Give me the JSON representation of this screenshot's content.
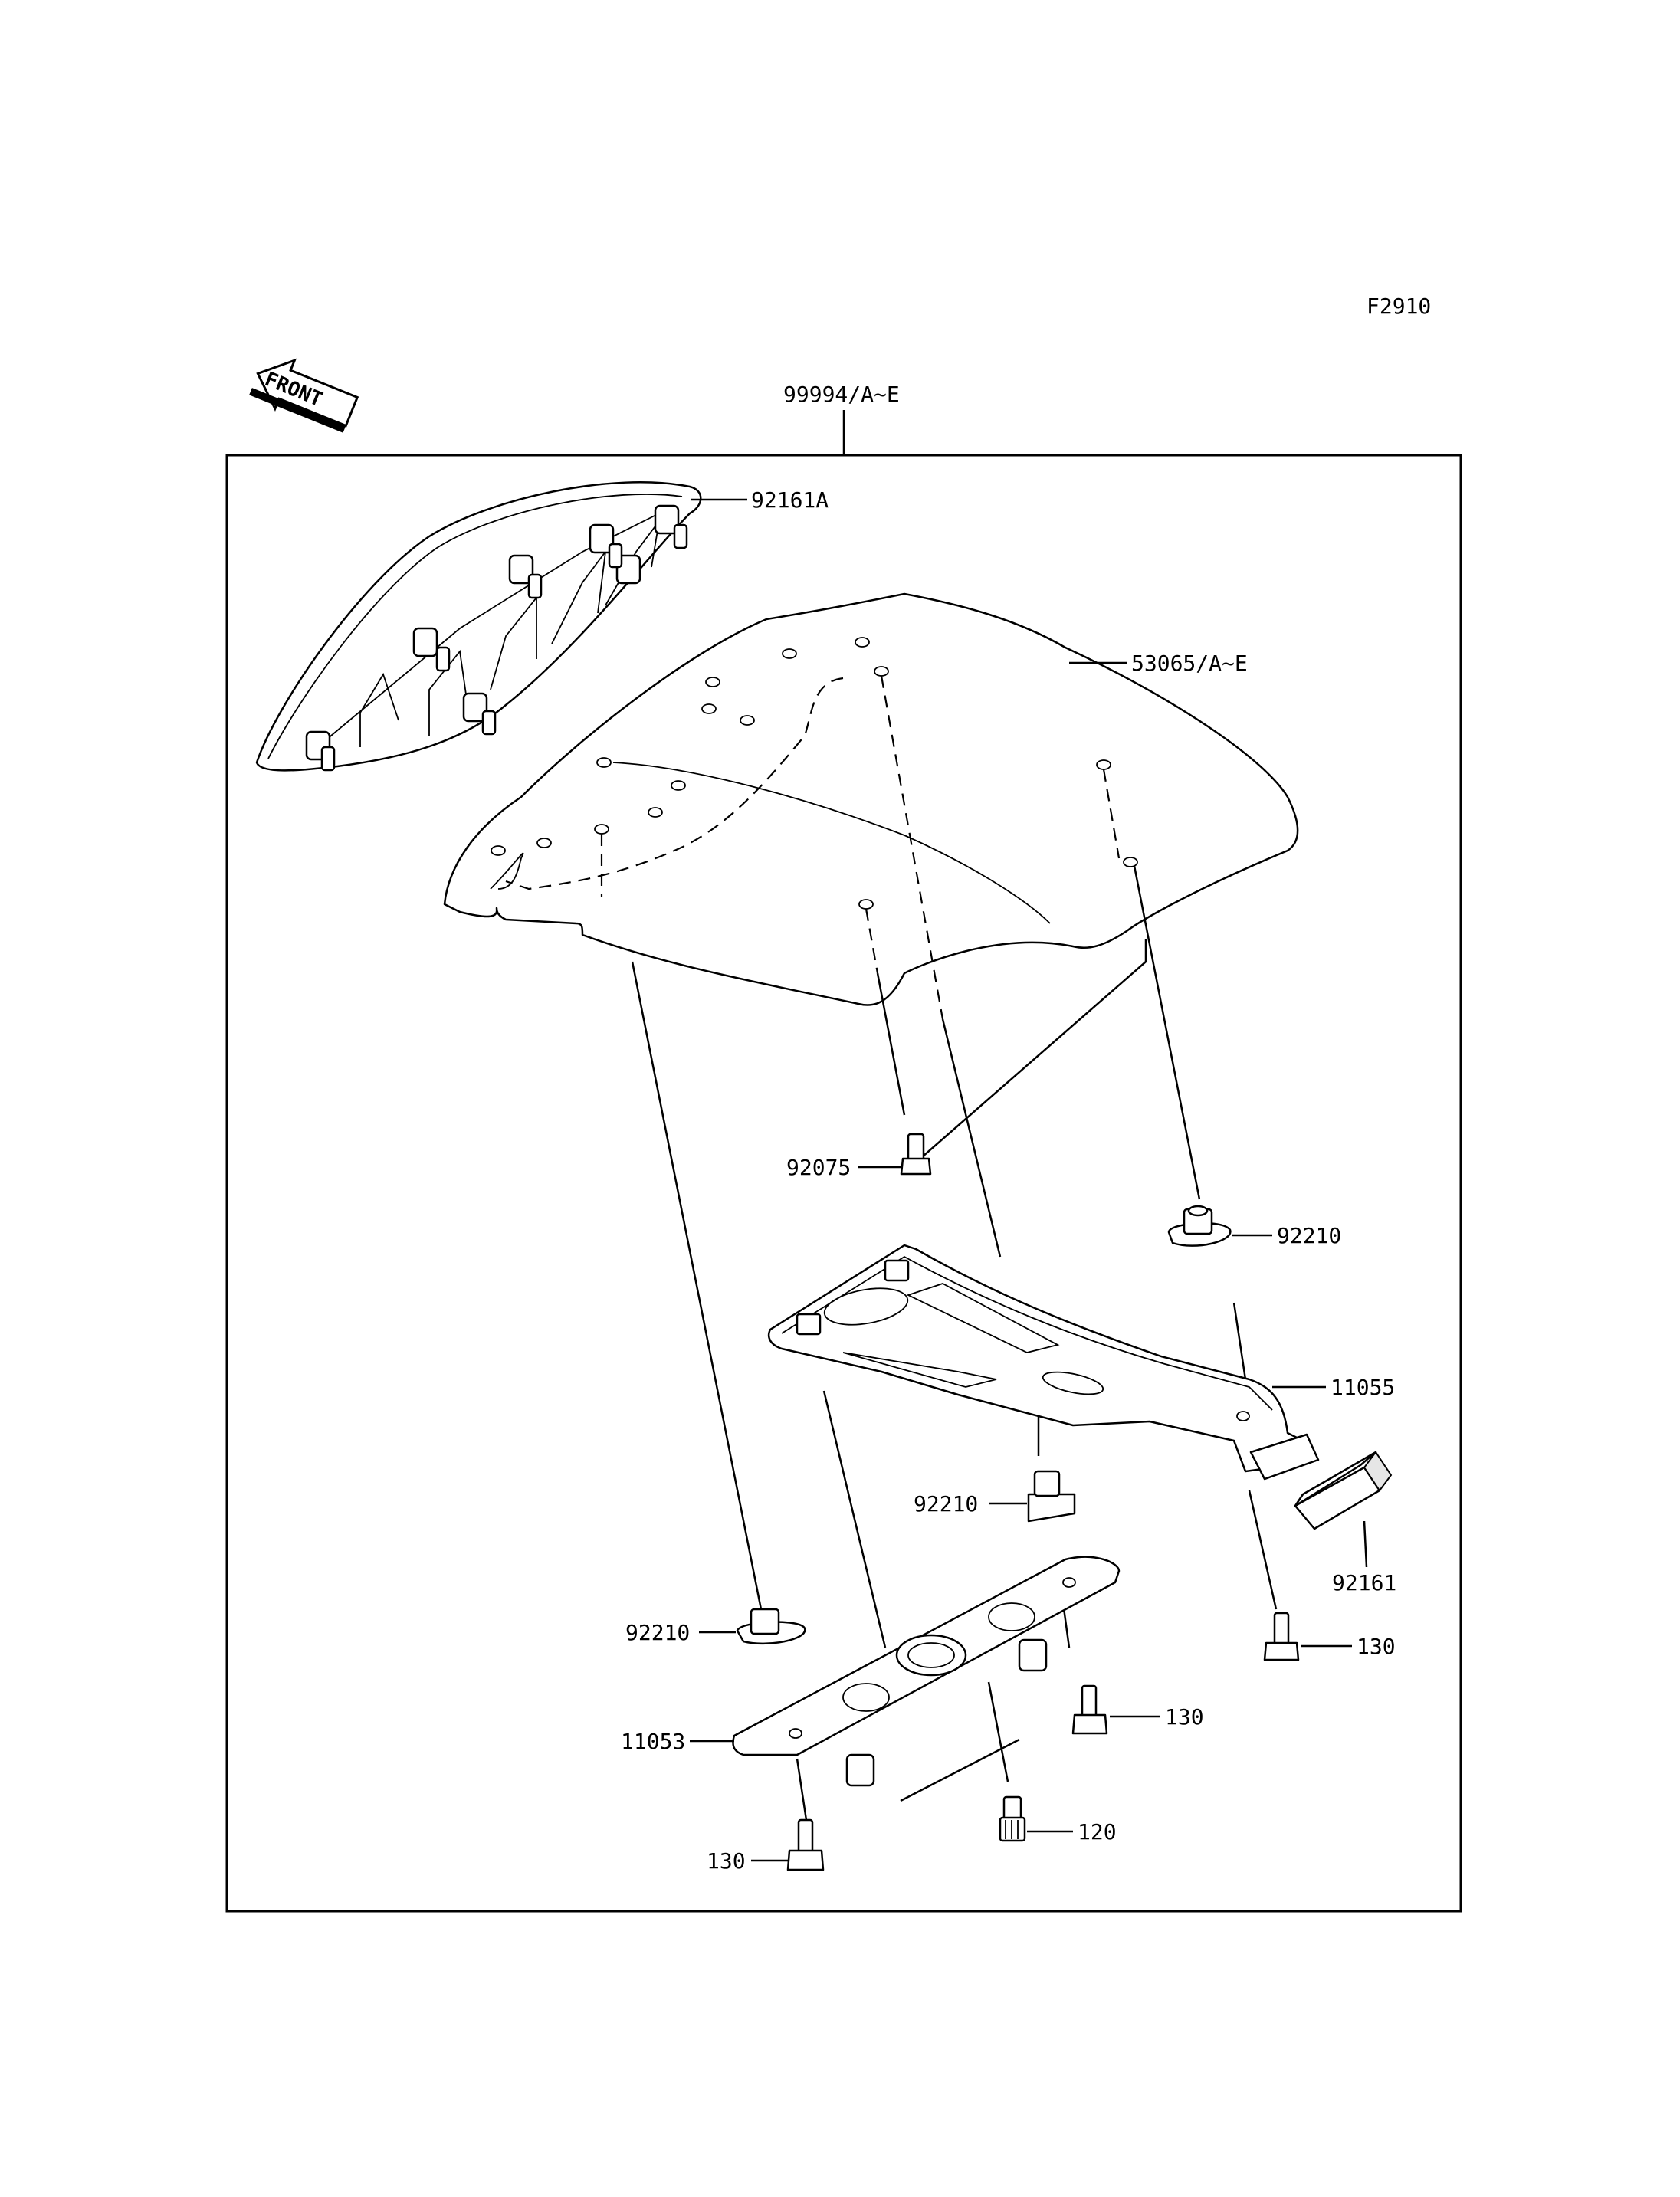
{
  "figure_code": "F2910",
  "front_label": "FRONT",
  "assembly_label": "99994/A~E",
  "callouts": {
    "seat_cover_bracket": "92161A",
    "seat_cover": "53065/A~E",
    "bolt_92075": "92075",
    "nut_upper_right": "92210",
    "plate_11055": "11055",
    "nut_center": "92210",
    "damper_92161": "92161",
    "bolt_130_right": "130",
    "nut_left": "92210",
    "bolt_130_center": "130",
    "plate_11053": "11053",
    "bolt_120": "120",
    "bolt_130_left": "130"
  },
  "icons": [
    "front-arrow-icon"
  ]
}
